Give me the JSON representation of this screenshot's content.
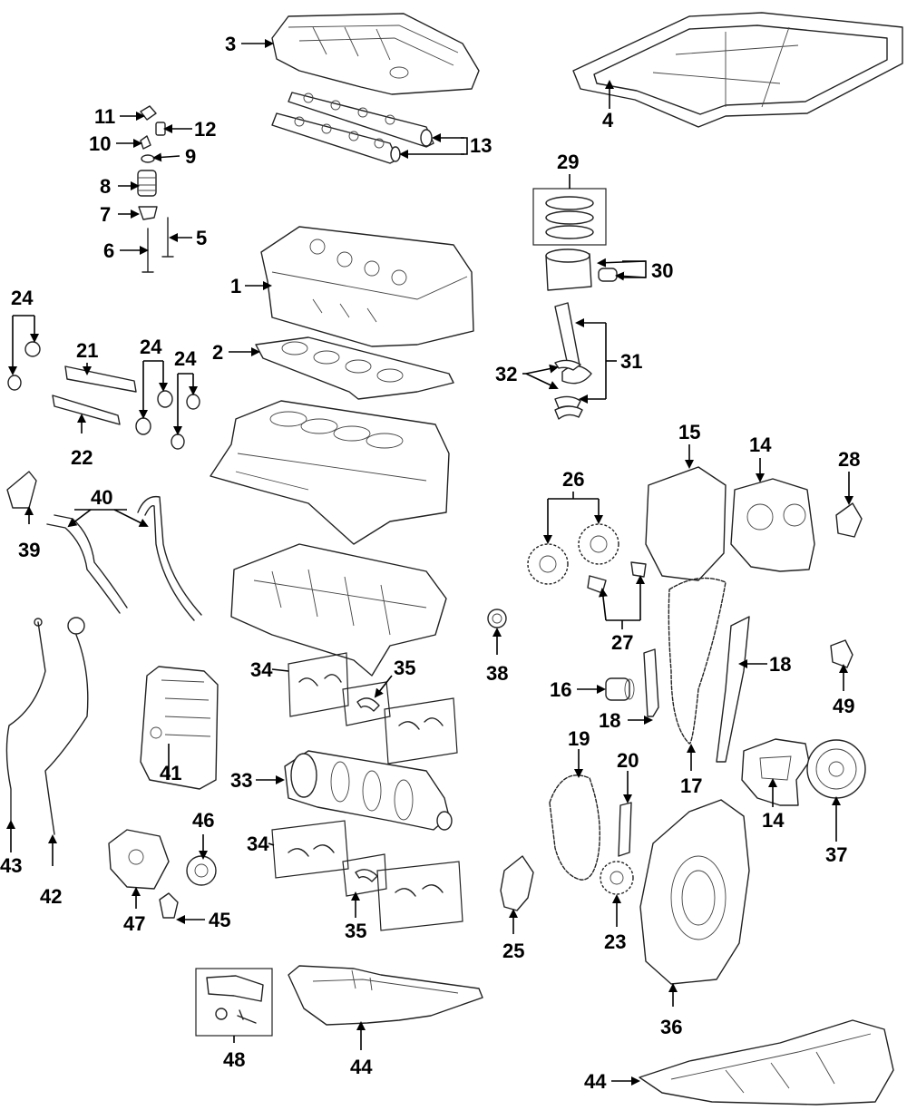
{
  "callouts": {
    "c1": "1",
    "c2": "2",
    "c3": "3",
    "c4": "4",
    "c5": "5",
    "c6": "6",
    "c7": "7",
    "c8": "8",
    "c9": "9",
    "c10": "10",
    "c11": "11",
    "c12": "12",
    "c13": "13",
    "c14a": "14",
    "c14b": "14",
    "c15": "15",
    "c16": "16",
    "c17": "17",
    "c18a": "18",
    "c18b": "18",
    "c19": "19",
    "c20": "20",
    "c21": "21",
    "c22": "22",
    "c23": "23",
    "c24a": "24",
    "c24b": "24",
    "c24c": "24",
    "c25": "25",
    "c26": "26",
    "c27": "27",
    "c28": "28",
    "c29": "29",
    "c30": "30",
    "c31": "31",
    "c32": "32",
    "c33": "33",
    "c34a": "34",
    "c34b": "34",
    "c35a": "35",
    "c35b": "35",
    "c36": "36",
    "c37": "37",
    "c38": "38",
    "c39": "39",
    "c40": "40",
    "c41": "41",
    "c42": "42",
    "c43": "43",
    "c44a": "44",
    "c44b": "44",
    "c45": "45",
    "c46": "46",
    "c47": "47",
    "c48": "48",
    "c49": "49"
  }
}
